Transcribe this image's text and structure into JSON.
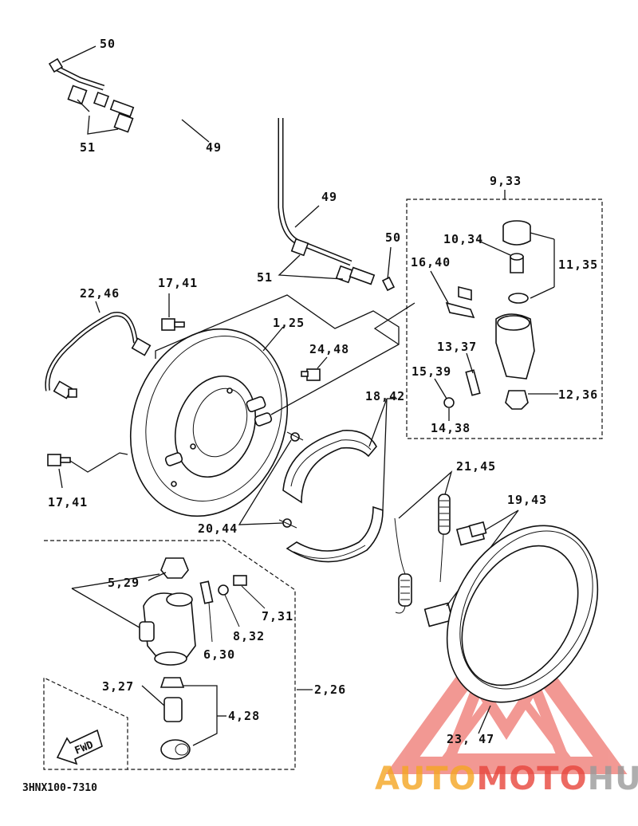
{
  "diagram": {
    "code": "3HNX100-7310",
    "fwd_label": "FWD",
    "labels": [
      {
        "id": "l50a",
        "text": "50"
      },
      {
        "id": "l51a",
        "text": "51"
      },
      {
        "id": "l49a",
        "text": "49"
      },
      {
        "id": "l49b",
        "text": "49"
      },
      {
        "id": "l933",
        "text": "9,33"
      },
      {
        "id": "l50b",
        "text": "50"
      },
      {
        "id": "l1034",
        "text": "10,34"
      },
      {
        "id": "l1135",
        "text": "11,35"
      },
      {
        "id": "l1640",
        "text": "16,40"
      },
      {
        "id": "l51b",
        "text": "51"
      },
      {
        "id": "l2246",
        "text": "22,46"
      },
      {
        "id": "l1741a",
        "text": "17,41"
      },
      {
        "id": "l125",
        "text": "1,25"
      },
      {
        "id": "l2448",
        "text": "24,48"
      },
      {
        "id": "l1337",
        "text": "13,37"
      },
      {
        "id": "l1539",
        "text": "15,39"
      },
      {
        "id": "l1236",
        "text": "12,36"
      },
      {
        "id": "l1842",
        "text": "18,42"
      },
      {
        "id": "l1438",
        "text": "14,38"
      },
      {
        "id": "l1741b",
        "text": "17,41"
      },
      {
        "id": "l2145",
        "text": "21,45"
      },
      {
        "id": "l1943",
        "text": "19,43"
      },
      {
        "id": "l2044",
        "text": "20,44"
      },
      {
        "id": "l529",
        "text": "5,29"
      },
      {
        "id": "l731",
        "text": "7,31"
      },
      {
        "id": "l832",
        "text": "8,32"
      },
      {
        "id": "l630",
        "text": "6,30"
      },
      {
        "id": "l327",
        "text": "3,27"
      },
      {
        "id": "l226",
        "text": "2,26"
      },
      {
        "id": "l428",
        "text": "4,28"
      },
      {
        "id": "l2347",
        "text": "23, 47"
      }
    ]
  },
  "watermark": {
    "text_a": "AUTO",
    "text_b": "MOTO",
    "text_c": "HUB",
    "color_a": "#f5a623",
    "color_b": "#e8453c",
    "color_c": "#9a9a9a"
  }
}
